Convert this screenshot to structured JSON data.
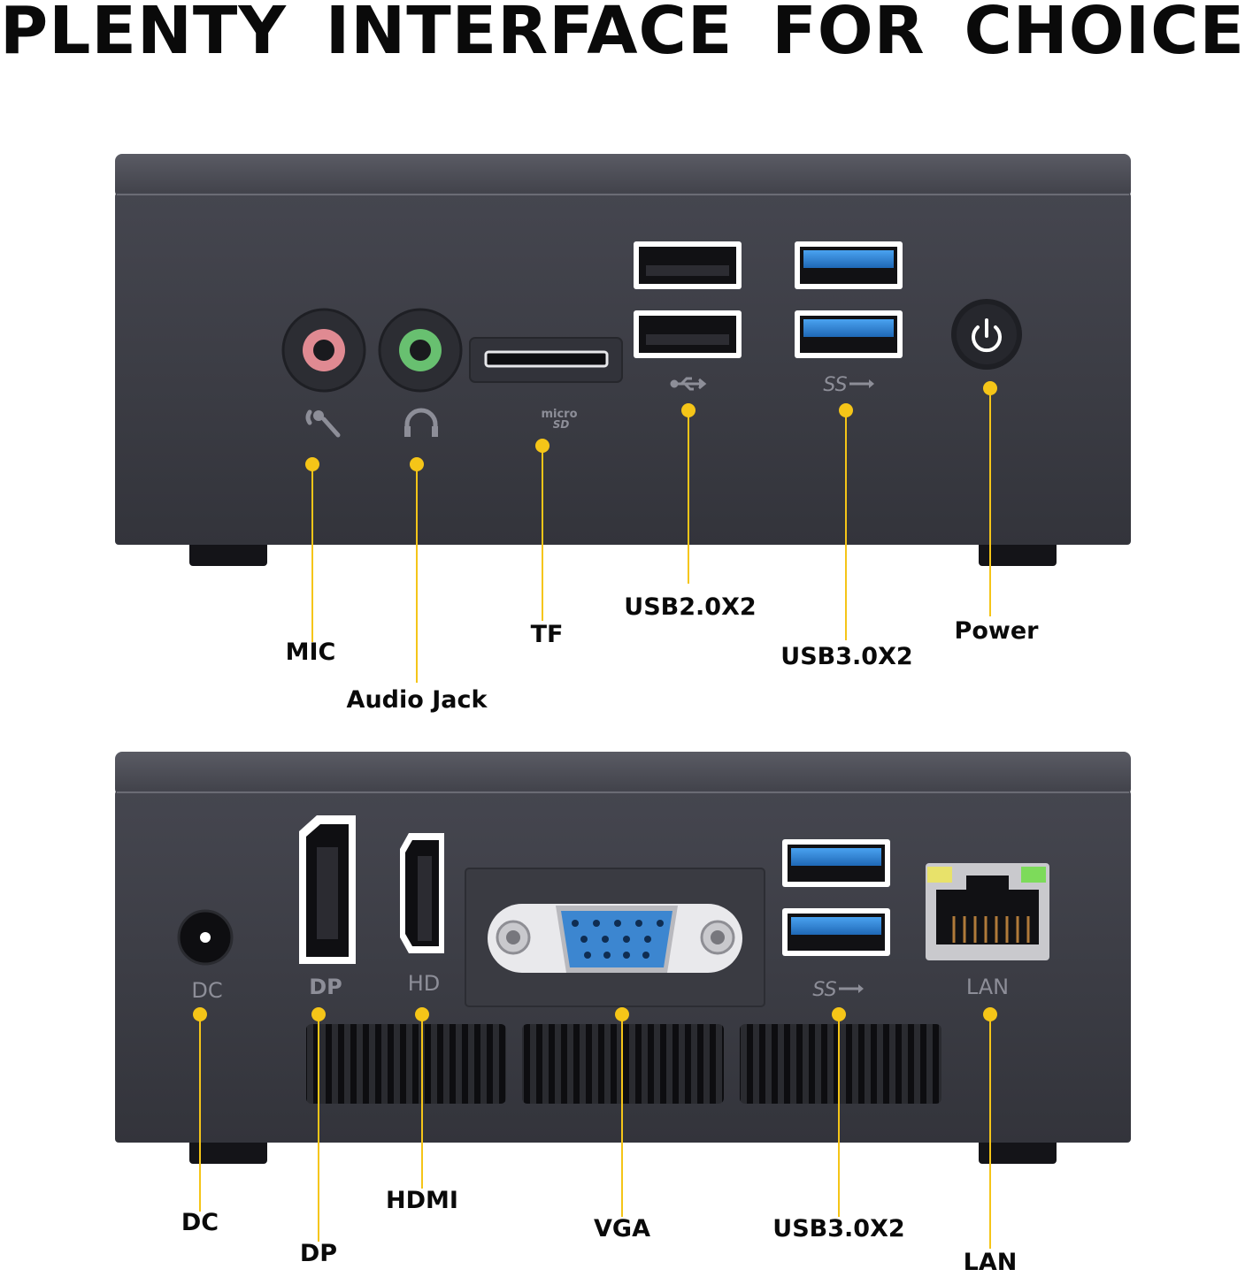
{
  "headline": {
    "words": [
      "PLENTY",
      "INTERFACE",
      "FOR",
      "CHOICE"
    ]
  },
  "panel1": {
    "callouts": {
      "mic": "MIC",
      "audio": "Audio Jack",
      "tf": "TF",
      "usb2": "USB2.0X2",
      "usb3": "USB3.0X2",
      "power": "Power"
    },
    "port_marks": {
      "micro": "micro",
      "sd": "SD",
      "ss": "SS"
    }
  },
  "panel2": {
    "callouts": {
      "dc": "DC",
      "dp": "DP",
      "hdmi": "HDMI",
      "vga": "VGA",
      "usb3": "USB3.0X2",
      "lan": "LAN"
    },
    "port_marks": {
      "dc": "DC",
      "dp": "DP",
      "hd": "HD",
      "ss": "SS",
      "lan": "LAN"
    }
  },
  "colors": {
    "case": "#3b3c44",
    "case_top": "#4a4b54",
    "callout": "#f5c518",
    "usb3_blue": "#2f86d6",
    "mic_pink": "#e08a92",
    "audio_green": "#68c070",
    "vga_blue": "#3c86d0",
    "lan_led_yellow": "#e8e26a",
    "lan_led_green": "#7ddb5a"
  }
}
